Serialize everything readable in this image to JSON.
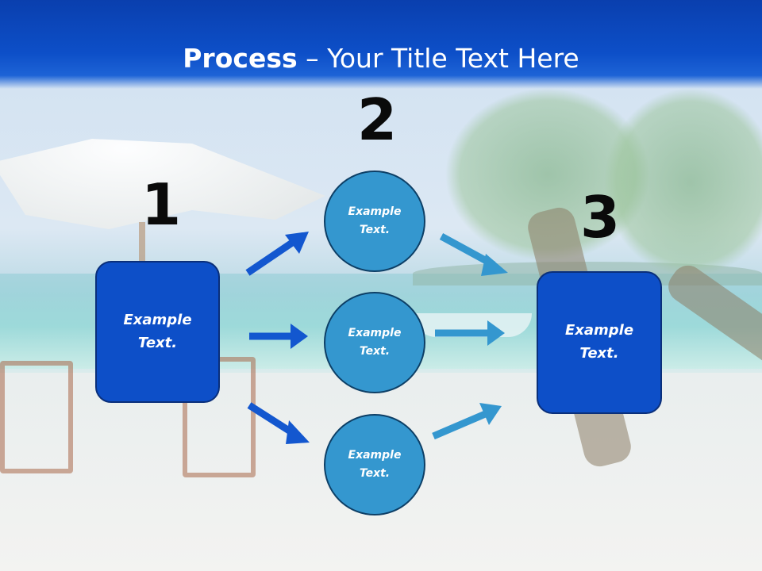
{
  "title": {
    "bold": "Process",
    "rest": " – Your Title Text Here"
  },
  "steps": [
    {
      "number": "1",
      "label": "Example\nText."
    },
    {
      "number": "2",
      "label": "Example\nText."
    },
    {
      "number": "3",
      "label": "Example\nText."
    }
  ],
  "circles": [
    {
      "label": "Example\nText."
    },
    {
      "label": "Example\nText."
    },
    {
      "label": "Example\nText."
    }
  ],
  "colors": {
    "header": "#0d4fc8",
    "box_fill": "#0d4fc8",
    "circle_fill": "#3497cf",
    "arrow_dark": "#1357cf",
    "arrow_light": "#3497cf"
  }
}
